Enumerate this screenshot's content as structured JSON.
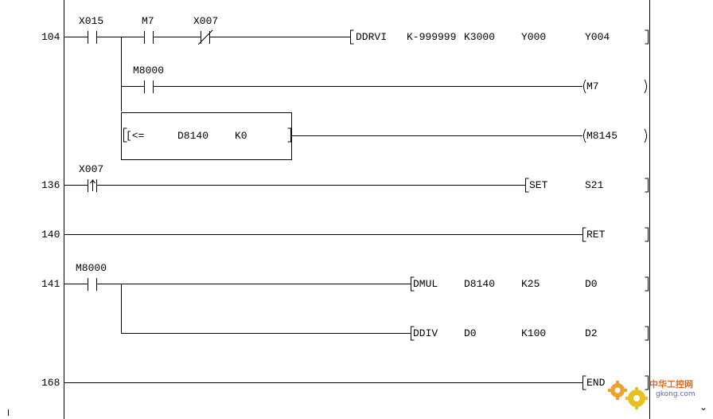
{
  "rungs": [
    {
      "step": "104",
      "contacts": [
        {
          "device": "X015",
          "kind": "NO"
        },
        {
          "device": "M7",
          "kind": "NO"
        },
        {
          "device": "X007",
          "kind": "NC"
        }
      ],
      "instruction": {
        "op": "DDRVI",
        "operands": [
          "K-999999",
          "K3000",
          "Y000",
          "Y004"
        ]
      },
      "branches": [
        {
          "contact": {
            "device": "M8000",
            "kind": "NO"
          },
          "coil": "M7"
        },
        {
          "compare": {
            "op": "[<=",
            "operands": [
              "D8140",
              "K0"
            ]
          },
          "coil": "M8145"
        }
      ]
    },
    {
      "step": "136",
      "contacts": [
        {
          "device": "X007",
          "kind": "rising-edge"
        }
      ],
      "instruction": {
        "op": "SET",
        "operands": [
          "S21"
        ]
      }
    },
    {
      "step": "140",
      "instruction": {
        "op": "RET",
        "operands": []
      }
    },
    {
      "step": "141",
      "contacts": [
        {
          "device": "M8000",
          "kind": "NO"
        }
      ],
      "instruction": {
        "op": "DMUL",
        "operands": [
          "D8140",
          "K25",
          "D0"
        ]
      },
      "branches": [
        {
          "instruction": {
            "op": "DDIV",
            "operands": [
              "D0",
              "K100",
              "D2"
            ]
          }
        }
      ]
    },
    {
      "step": "168",
      "instruction": {
        "op": "END",
        "operands": []
      }
    }
  ],
  "watermark": {
    "line1": "中华工控网",
    "line2": "gkong.com"
  },
  "scroll_arrow": "⌄"
}
